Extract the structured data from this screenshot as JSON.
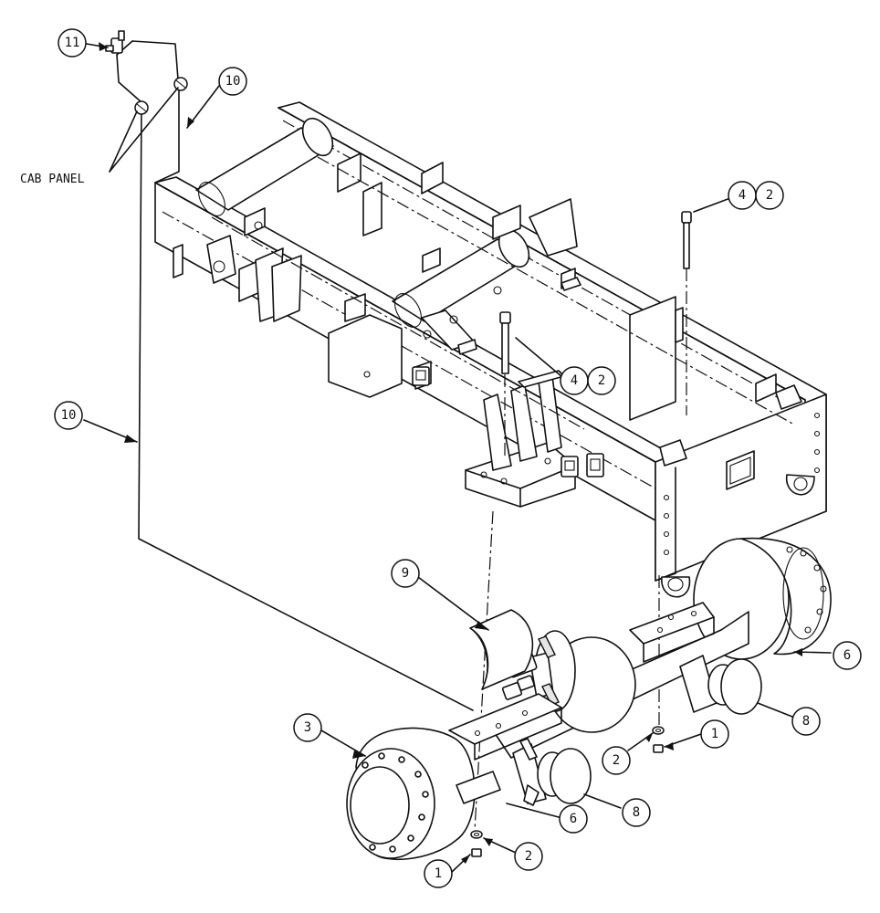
{
  "annotations": {
    "cab_panel": "CAB PANEL"
  },
  "callouts": [
    {
      "id": "c11",
      "text": "11"
    },
    {
      "id": "c10a",
      "text": "10"
    },
    {
      "id": "c10b",
      "text": "10"
    },
    {
      "id": "c4a",
      "text": "4"
    },
    {
      "id": "c2a",
      "text": "2"
    },
    {
      "id": "c4b",
      "text": "4"
    },
    {
      "id": "c2b",
      "text": "2"
    },
    {
      "id": "c9",
      "text": "9"
    },
    {
      "id": "c6a",
      "text": "6"
    },
    {
      "id": "c1a",
      "text": "1"
    },
    {
      "id": "c2c",
      "text": "2"
    },
    {
      "id": "c8a",
      "text": "8"
    },
    {
      "id": "c3",
      "text": "3"
    },
    {
      "id": "c8b",
      "text": "8"
    },
    {
      "id": "c6b",
      "text": "6"
    },
    {
      "id": "c2d",
      "text": "2"
    },
    {
      "id": "c1b",
      "text": "1"
    }
  ]
}
